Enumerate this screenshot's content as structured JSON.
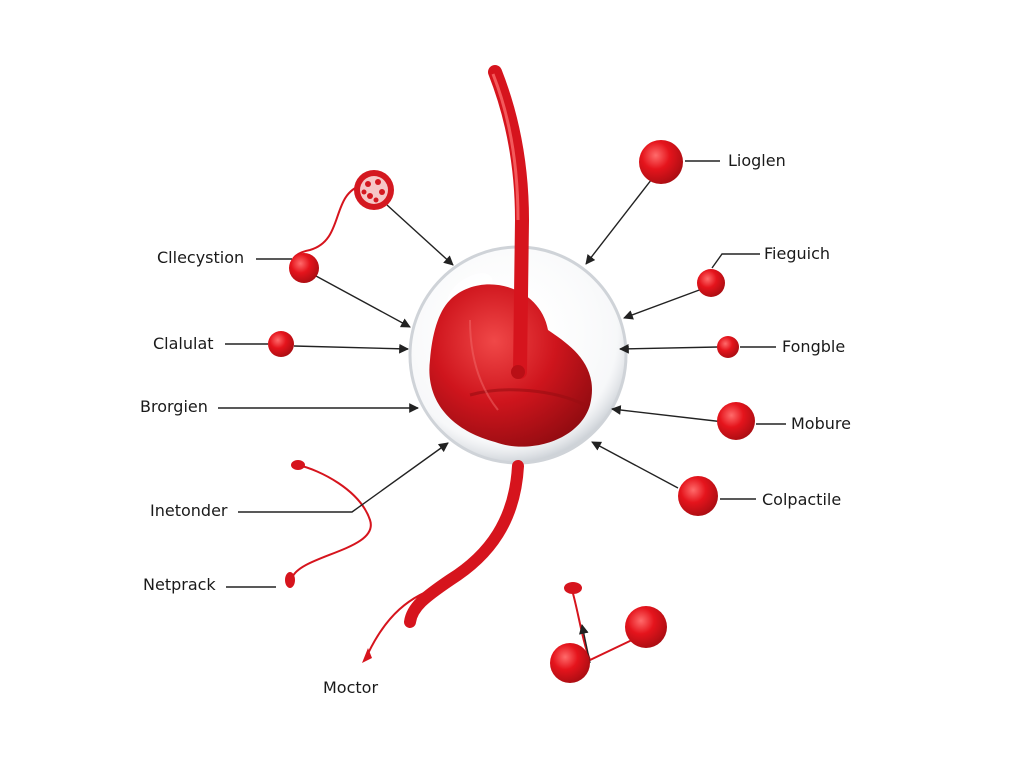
{
  "diagram": {
    "labels": {
      "lioglen": "Lioglen",
      "cllecystion": "Cllecystion",
      "fieguich": "Fieguich",
      "clalulat": "Clalulat",
      "fongble": "Fongble",
      "brorgien": "Brorgien",
      "mobure": "Mobure",
      "inetonder": "Inetonder",
      "colpactile": "Colpactile",
      "netprack": "Netprack",
      "moctor": "Moctor"
    }
  },
  "colors": {
    "accent_red": "#e0141e",
    "organ_red": "#c8141c",
    "line": "#222222",
    "capsule": "#dcdfe3"
  }
}
